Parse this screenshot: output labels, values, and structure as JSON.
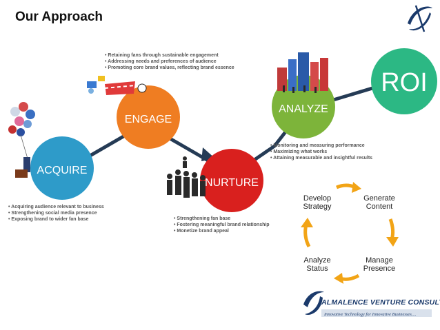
{
  "title": "Our Approach",
  "colors": {
    "acquire": "#2e9bc9",
    "engage": "#ef7d22",
    "nurture": "#d9201e",
    "analyze": "#7db43a",
    "roi": "#2cb884",
    "path": "#253b55",
    "cycle_arrow": "#f2a416",
    "brand": "#1b3a6b"
  },
  "stages": [
    {
      "label": "ACQUIRE",
      "bullets": [
        "Acquiring audience relevant to business",
        "Strengthening social media presence",
        "Exposing brand to wider fan base"
      ]
    },
    {
      "label": "ENGAGE",
      "bullets": [
        "Retaining fans through sustainable engagement",
        "Addressing needs and preferences of audience",
        "Promoting core brand values, reflecting brand essence"
      ]
    },
    {
      "label": "NURTURE",
      "bullets": [
        "Strengthening fan base",
        "Fostering meaningful brand relationship",
        "Monetize brand appeal"
      ]
    },
    {
      "label": "ANALYZE",
      "bullets": [
        "Monitoring and measuring performance",
        "Maximizing what works",
        "Attaining measurable and insightful results"
      ]
    },
    {
      "label": "ROI",
      "bullets": []
    }
  ],
  "cycle": {
    "steps": [
      "Develop Strategy",
      "Generate Content",
      "Manage Presence",
      "Analyze Status"
    ]
  },
  "company": {
    "name": "ALMALENCE VENTURE CONSULTING",
    "tagline": "Innovative Technology for Innovative Businesses....",
    "logo_icon": "swoosh-logo-icon"
  }
}
